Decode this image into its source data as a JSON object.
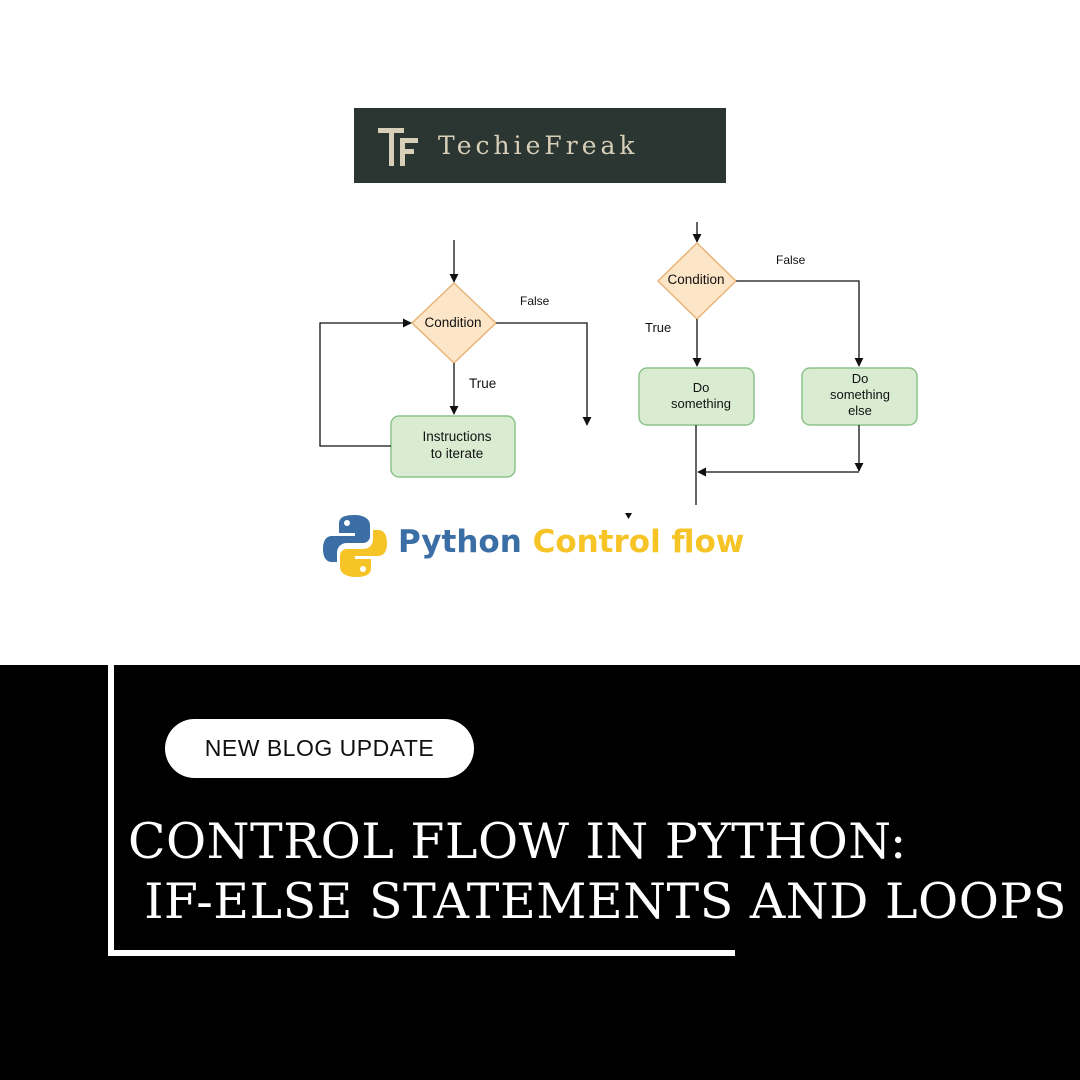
{
  "brand": {
    "name": "TechieFreak",
    "logo_bg": "#2b3532",
    "logo_text_color": "#d8cfb8"
  },
  "diagram_left": {
    "condition": "Condition",
    "false_label": "False",
    "true_label": "True",
    "box_line1": "Instructions",
    "box_line2": "to iterate"
  },
  "diagram_right": {
    "condition": "Condition",
    "false_label": "False",
    "true_label": "True",
    "box1_line1": "Do",
    "box1_line2": "something",
    "box2_line1": "Do",
    "box2_line2": "something",
    "box2_line3": "else"
  },
  "python_title": {
    "part1": "Python",
    "part2": "Control flow",
    "color1": "#3b6ea5",
    "color2": "#f6c426"
  },
  "badge": {
    "label": "NEW BLOG UPDATE"
  },
  "headline": {
    "line1": "CONTROL FLOW IN PYTHON:",
    "line2": " IF-ELSE STATEMENTS AND LOOPS"
  },
  "colors": {
    "diamond_fill": "#fde6c8",
    "diamond_stroke": "#e8b478",
    "box_fill": "#d9ecd2",
    "box_stroke": "#8cc38a"
  }
}
